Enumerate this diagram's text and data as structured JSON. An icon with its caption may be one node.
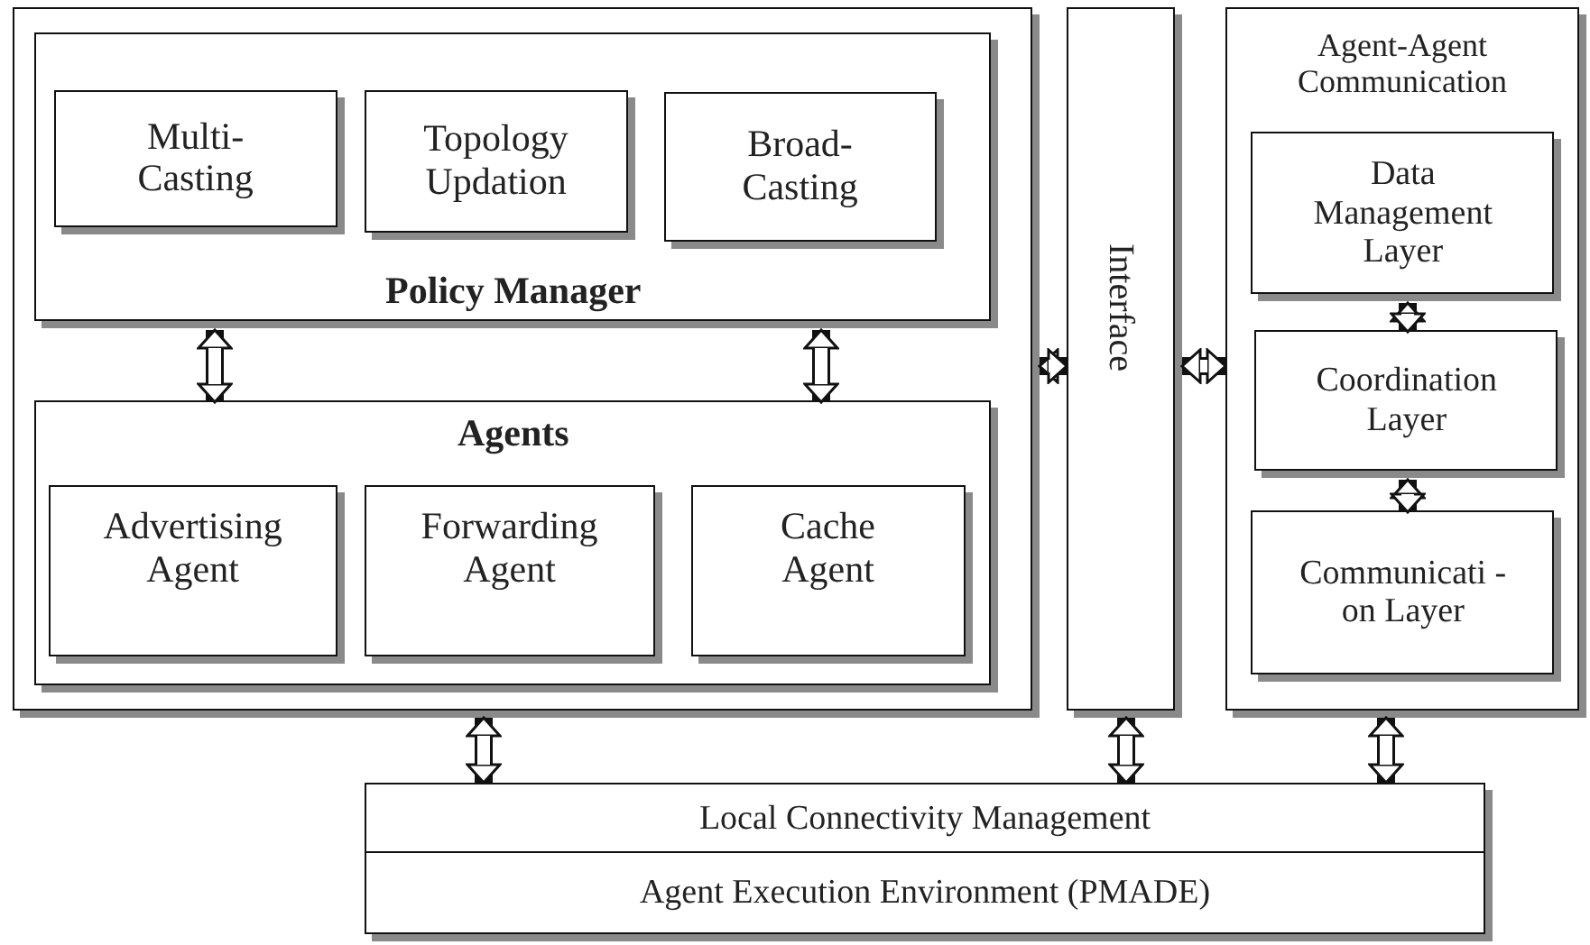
{
  "diagram": {
    "nodes": [
      {
        "text": [],
        "shape": "box"
      },
      {
        "text": [
          "Policy Manager"
        ],
        "in": 0
      },
      {
        "text": [
          "Multi- Casting"
        ],
        "in": 1
      },
      {
        "text": [
          "Topology Updation"
        ],
        "in": 1
      },
      {
        "text": [
          "Broad- Casting"
        ],
        "in": 1
      },
      {
        "text": [
          "Agents"
        ],
        "in": 0
      },
      {
        "text": [
          "Advertising Agent"
        ],
        "in": 5
      },
      {
        "text": [
          "Forwarding Agent"
        ],
        "in": 5
      },
      {
        "text": [
          "Cache Agent"
        ],
        "in": 5
      },
      {
        "text": [
          "Interface"
        ]
      },
      {
        "text": [
          "Agent-Agent Communication"
        ]
      },
      {
        "text": [
          "Data Management Layer"
        ],
        "in": 10
      },
      {
        "text": [
          "Coordination Layer"
        ],
        "in": 10
      },
      {
        "text": [
          "Communicati -on Layer"
        ],
        "in": 10
      },
      {
        "text": [
          "Local Connectivity Management"
        ]
      },
      {
        "text": [
          "Agent Execution Environment (PMADE)"
        ]
      }
    ],
    "edges": [
      {
        "from": 1,
        "to": 5,
        "arrow": "both"
      },
      {
        "from": 1,
        "to": 5,
        "arrow": "both"
      },
      {
        "from": 0,
        "to": 9,
        "arrow": "both"
      },
      {
        "from": 9,
        "to": 10,
        "arrow": "both"
      },
      {
        "from": 11,
        "to": 12,
        "arrow": "both"
      },
      {
        "from": 12,
        "to": 13,
        "arrow": "both"
      },
      {
        "from": 0,
        "to": 14,
        "arrow": "both"
      },
      {
        "from": 9,
        "to": 14,
        "arrow": "both"
      },
      {
        "from": 10,
        "to": 14,
        "arrow": "both"
      }
    ]
  }
}
